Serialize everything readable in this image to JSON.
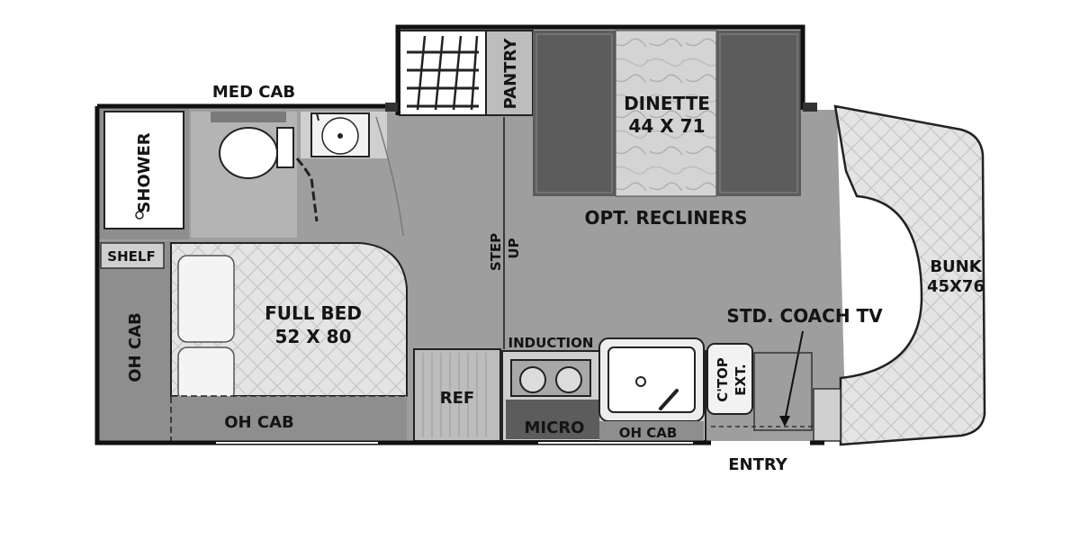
{
  "labels": {
    "med_cab": "MED CAB",
    "shower": "SHOWER",
    "pantry": "PANTRY",
    "dinette_name": "DINETTE",
    "dinette_size": "44 X 71",
    "opt_recliners": "OPT. RECLINERS",
    "step_up_1": "STEP",
    "step_up_2": "UP",
    "shelf": "SHELF",
    "full_bed_name": "FULL BED",
    "full_bed_size": "52 X 80",
    "oh_cab_left": "OH CAB",
    "oh_cab_bottom": "OH CAB",
    "ref": "REF",
    "induction": "INDUCTION",
    "micro": "MICRO",
    "oh_cab_kitchen": "OH CAB",
    "ctop_ext_1": "C'TOP",
    "ctop_ext_2": "EXT.",
    "std_coach_tv": "STD. COACH TV",
    "bunk_name": "BUNK",
    "bunk_size": "45X76",
    "entry": "ENTRY"
  },
  "colors": {
    "floor": "#9e9e9e",
    "wall": "#111111",
    "cabinet": "#8a8a8a",
    "bed_fill": "#e2e2e2",
    "dark_seat": "#5c5c5c",
    "white": "#ffffff"
  }
}
